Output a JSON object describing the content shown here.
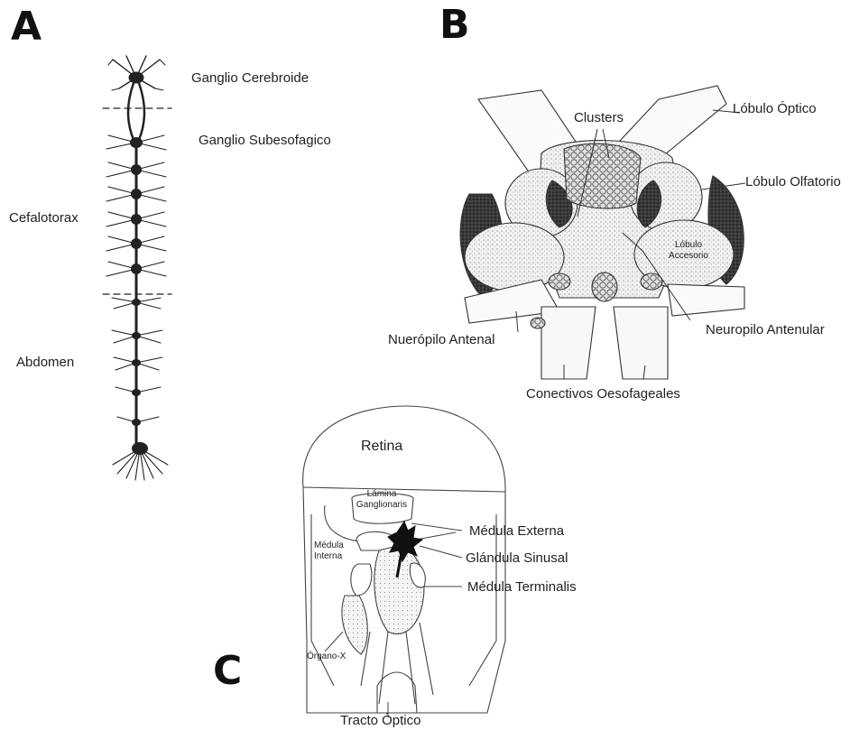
{
  "panels": {
    "a": {
      "letter": "A",
      "labels": {
        "ganglio_cerebroide": "Ganglio Cerebroide",
        "ganglio_subesofagico": "Ganglio Subesofagico",
        "cefalotorax": "Cefalotorax",
        "abdomen": "Abdomen"
      }
    },
    "b": {
      "letter": "B",
      "labels": {
        "lobulo_optico": "Lóbulo Óptico",
        "clusters": "Clusters",
        "lobulo_olfatorio": "Lóbulo Olfatorio",
        "lobulo_accesorio_1": "Lóbulo",
        "lobulo_accesorio_2": "Accesorio",
        "neuropilo_antenular": "Neuropilo Antenular",
        "neuropilo_antenal": "Nuerópilo Antenal",
        "conectivos": "Conectivos Oesofageales"
      }
    },
    "c": {
      "letter": "C",
      "labels": {
        "retina": "Retina",
        "lamina_1": "Lámina",
        "lamina_2": "Ganglionaris",
        "medula_externa": "Médula Externa",
        "medula_interna_1": "Médula",
        "medula_interna_2": "Interna",
        "glandula_sinusal": "Glándula Sinusal",
        "medula_terminalis": "Médula Terminalis",
        "organo_x": "Órgano-X",
        "tracto_optico": "Tracto Óptico"
      }
    }
  }
}
